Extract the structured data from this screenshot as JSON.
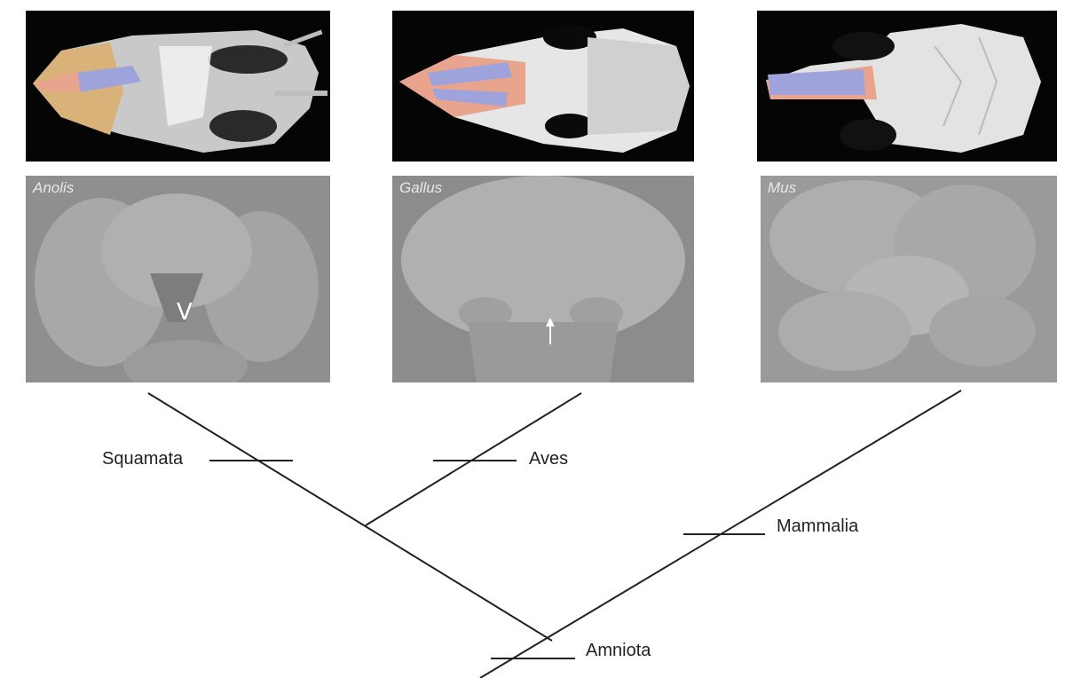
{
  "panels": [
    {
      "genus": "Anolis",
      "skull_view": "lizard-skull-ventral",
      "embryo_view": "lizard-embryo-face"
    },
    {
      "genus": "Gallus",
      "skull_view": "chicken-skull-ventral",
      "embryo_view": "chicken-embryo-face"
    },
    {
      "genus": "Mus",
      "skull_view": "mouse-skull-ventral",
      "embryo_view": "mouse-embryo-face"
    }
  ],
  "clades": {
    "squamata": "Squamata",
    "aves": "Aves",
    "mammalia": "Mammalia",
    "amniota": "Amniota"
  },
  "colors": {
    "premaxilla_blue": "#9fa3dc",
    "maxilla_pink": "#e9a48d",
    "nasal_tan": "#d9b27a",
    "skull_bone": "#d9d9d9",
    "skull_background": "#050505",
    "sem_gray": "#9a9a9a",
    "tree_line": "#222222"
  }
}
